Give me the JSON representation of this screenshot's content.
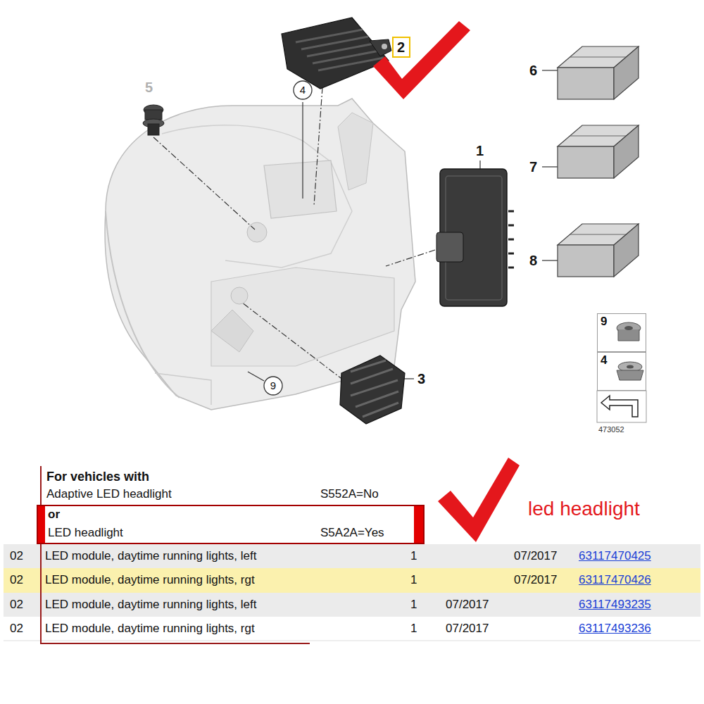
{
  "diagram": {
    "nodes": [
      {
        "text": [
          "2"
        ]
      },
      {
        "text": [
          "4"
        ]
      },
      {
        "text": [
          "9"
        ]
      },
      {
        "text": [
          "4"
        ]
      },
      {
        "text": [
          "9"
        ]
      },
      {
        "text": [
          "or",
          "LED headlight",
          "S5A2A=Yes"
        ]
      }
    ],
    "labels": [
      "6",
      "5",
      "1",
      "7",
      "8",
      "3",
      "473052",
      "For vehicles with",
      "Adaptive LED headlight",
      "S552A=No",
      "led headlight",
      "02",
      "LED module, daytime running lights, left",
      "1",
      "07/2017",
      "63117470425",
      "02",
      "LED module, daytime running lights, rgt",
      "1",
      "07/2017",
      "63117470426",
      "02",
      "LED module, daytime running lights, left",
      "1",
      "07/2017",
      "63117493235",
      "02",
      "LED module, daytime running lights, rgt",
      "1",
      "07/2017",
      "63117493236"
    ]
  }
}
